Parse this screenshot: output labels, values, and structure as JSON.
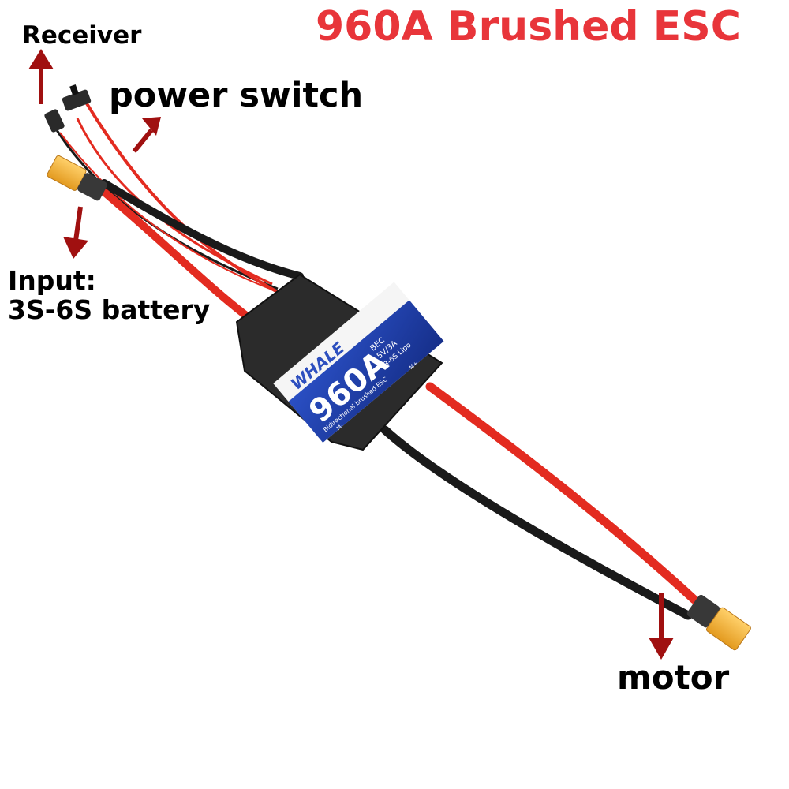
{
  "title": "960A Brushed ESC",
  "labels": {
    "receiver": "Receiver",
    "power_switch": "power switch",
    "input_line1": "Input:",
    "input_line2": "3S-6S battery",
    "motor": "motor"
  },
  "esc_label": {
    "brand": "WHALE",
    "model": "960A",
    "bec": "BEC",
    "bec_spec": "5V/3A",
    "battery_spec": "3-6S Lipo",
    "description": "Bidirectional brushed ESC",
    "minus": "M-",
    "plus": "M+"
  },
  "colors": {
    "title": "#e8353a",
    "arrow": "#a01010",
    "red_wire": "#e32b20",
    "black_wire": "#1a1a1a",
    "connector": "#f5b335",
    "esc_body": "#2a2a2a",
    "label_blue": "#1f3ea8"
  }
}
